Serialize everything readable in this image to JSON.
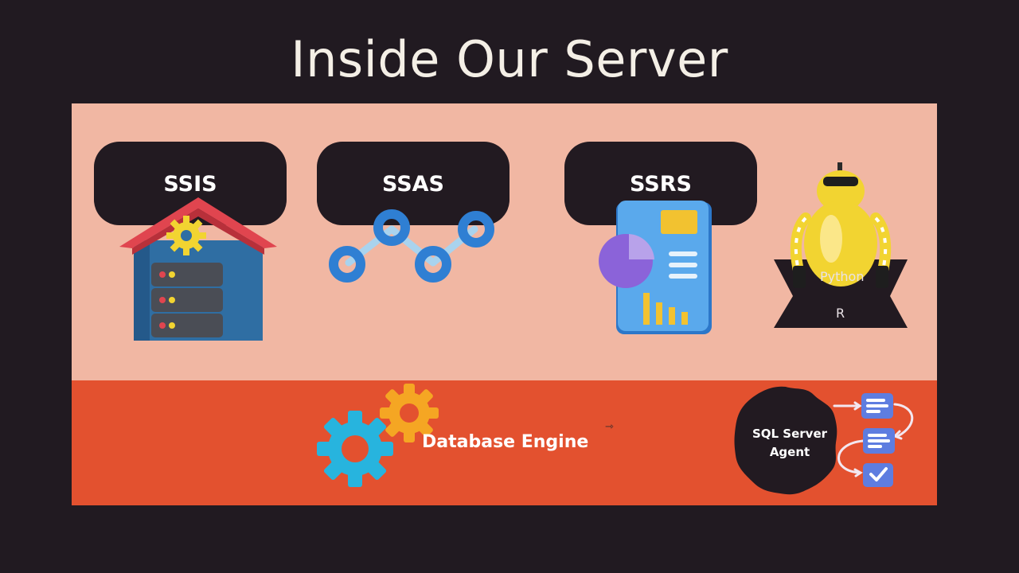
{
  "title": "Inside Our Server",
  "services": {
    "ssis": "SSIS",
    "ssas": "SSAS",
    "ssrs": "SSRS"
  },
  "ml_services": {
    "python": "Python",
    "r": "R"
  },
  "engine": {
    "label": "Database Engine"
  },
  "agent": {
    "line1": "SQL Server",
    "line2": "Agent"
  },
  "colors": {
    "background": "#211a21",
    "top_panel": "#f1b7a3",
    "bottom_panel": "#e3512f",
    "pill": "#221a21",
    "gear_blue": "#27b4de",
    "gear_orange": "#f5a623"
  }
}
